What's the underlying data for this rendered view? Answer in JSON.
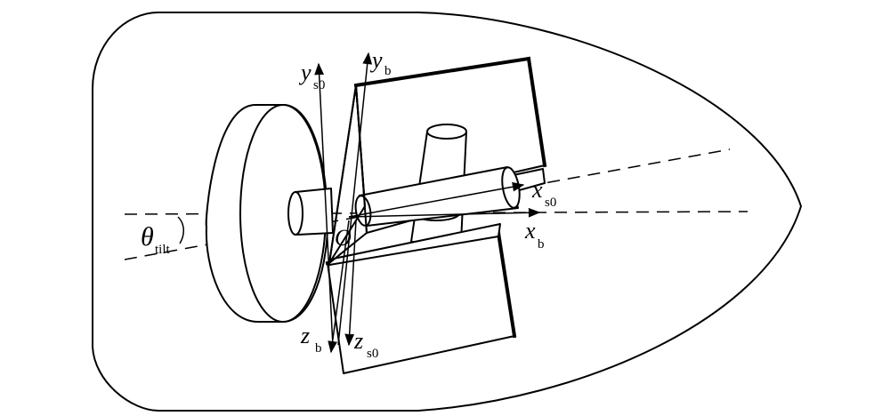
{
  "labels": {
    "theta": "θ",
    "theta_sub": "tilt",
    "origin": "O",
    "xs0": "x",
    "xs0_sub": "s0",
    "xb": "x",
    "xb_sub": "b",
    "ys0": "y",
    "ys0_sub": "s0",
    "yb": "y",
    "yb_sub": "b",
    "zb": "z",
    "zb_sub": "b",
    "zs0": "z",
    "zs0_sub": "s0"
  }
}
